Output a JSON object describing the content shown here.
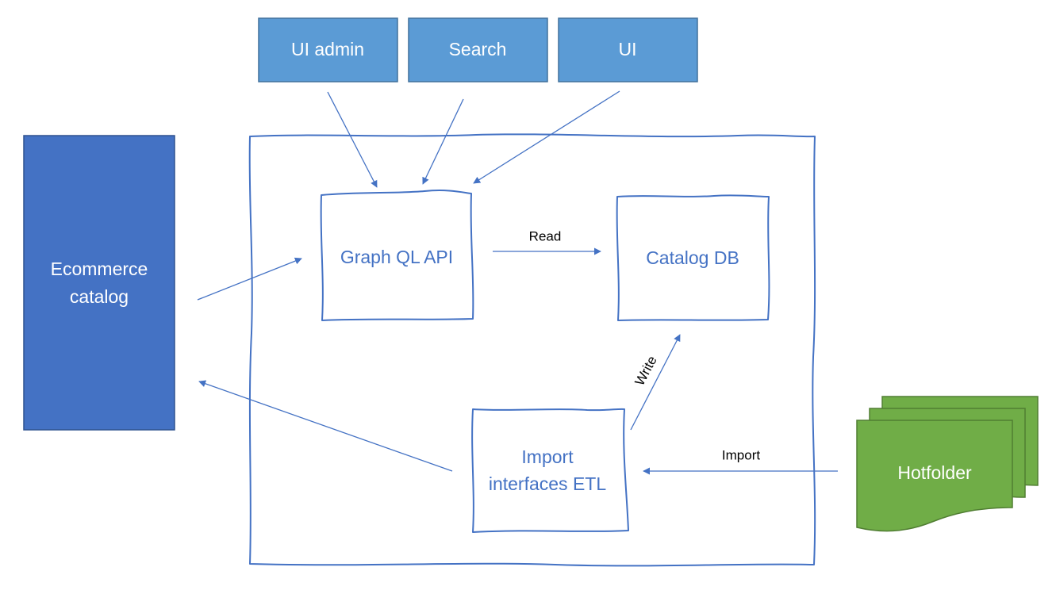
{
  "colors": {
    "client_box_fill": "#5B9BD5",
    "client_box_stroke": "#41719C",
    "catalog_fill": "#4472C4",
    "catalog_stroke": "#2F528F",
    "sketch_stroke": "#4472C4",
    "hotfolder_fill": "#70AD47",
    "hotfolder_stroke": "#507E32",
    "arrow": "#4472C4"
  },
  "clients": {
    "ui_admin": "UI admin",
    "search": "Search",
    "ui": "UI"
  },
  "ecommerce_catalog": {
    "line1": "Ecommerce",
    "line2": "catalog"
  },
  "graphql_api": "Graph QL API",
  "catalog_db": "Catalog DB",
  "import_etl": {
    "line1": "Import",
    "line2": "interfaces ETL"
  },
  "hotfolder": "Hotfolder",
  "edges": {
    "read": "Read",
    "write": "Write",
    "import": "Import"
  }
}
